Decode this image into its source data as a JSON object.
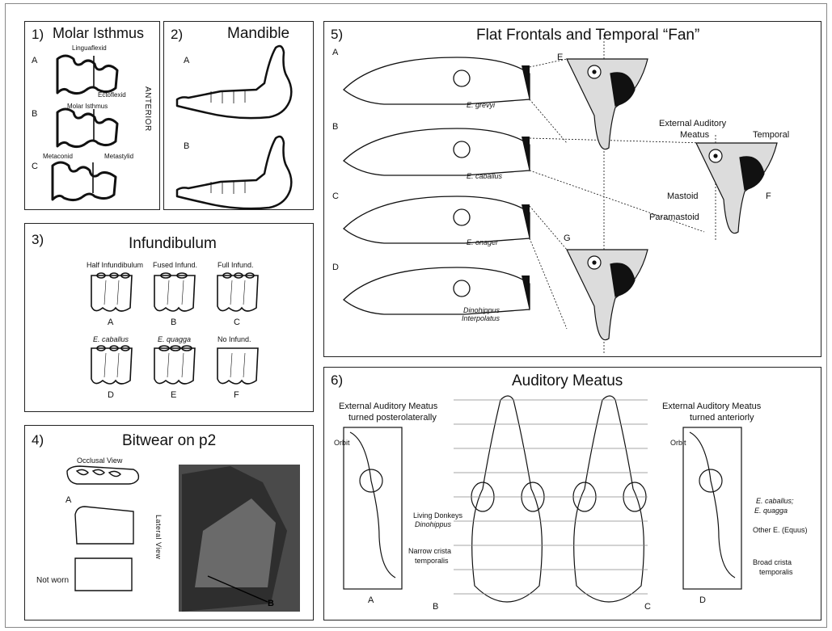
{
  "panel1": {
    "number": "1)",
    "title": "Molar Isthmus",
    "side_label": "ANTERIOR",
    "letters": [
      "A",
      "B",
      "C"
    ],
    "labels": {
      "linguaflexid": "Linguaflexid",
      "ectoflexid": "Ectoflexid",
      "molar_isthmus": "Molar Isthmus",
      "metaconid": "Metaconid",
      "metastylid": "Metastylid"
    }
  },
  "panel2": {
    "number": "2)",
    "title": "Mandible",
    "letters": [
      "A",
      "B"
    ]
  },
  "panel3": {
    "number": "3)",
    "title": "Infundibulum",
    "top_labels": [
      "Half Infundibulum",
      "Fused Infund.",
      "Full Infund."
    ],
    "top_letters": [
      "A",
      "B",
      "C"
    ],
    "bottom_labels": [
      "E. caballus",
      "E. quagga",
      "No Infund."
    ],
    "bottom_letters": [
      "D",
      "E",
      "F"
    ]
  },
  "panel4": {
    "number": "4)",
    "title": "Bitwear on p2",
    "occlusal": "Occlusal View",
    "lateral": "Lateral View",
    "letter_a": "A",
    "not_worn": "Not worn",
    "letter_b": "B"
  },
  "panel5": {
    "number": "5)",
    "title": "Flat Frontals and Temporal “Fan”",
    "skull_letters": [
      "A",
      "B",
      "C",
      "D"
    ],
    "species": [
      "E. grevyi",
      "E. caballus",
      "E. onager",
      "Dinohippus",
      "Interpolatus"
    ],
    "detail_letters": [
      "E",
      "F",
      "G"
    ],
    "labels": {
      "eam_line1": "External Auditory",
      "eam_line2": "Meatus",
      "temporal": "Temporal",
      "mastoid": "Mastoid",
      "paramastoid": "Paramastoid"
    }
  },
  "panel6": {
    "number": "6)",
    "title": "Auditory Meatus",
    "left_heading_1": "External Auditory Meatus",
    "left_heading_2": "turned posterolaterally",
    "right_heading_1": "External Auditory Meatus",
    "right_heading_2": "turned anteriorly",
    "orbit": "Orbit",
    "living_donkeys": "Living Donkeys",
    "dinohippus": "Dinohippus",
    "narrow_1": "Narrow crista",
    "narrow_2": "temporalis",
    "caballus": "E. caballus;",
    "quagga": "E. quagga",
    "other": "Other E. (Equus)",
    "broad_1": "Broad crista",
    "broad_2": "temporalis",
    "letters": [
      "A",
      "B",
      "C",
      "D"
    ]
  }
}
